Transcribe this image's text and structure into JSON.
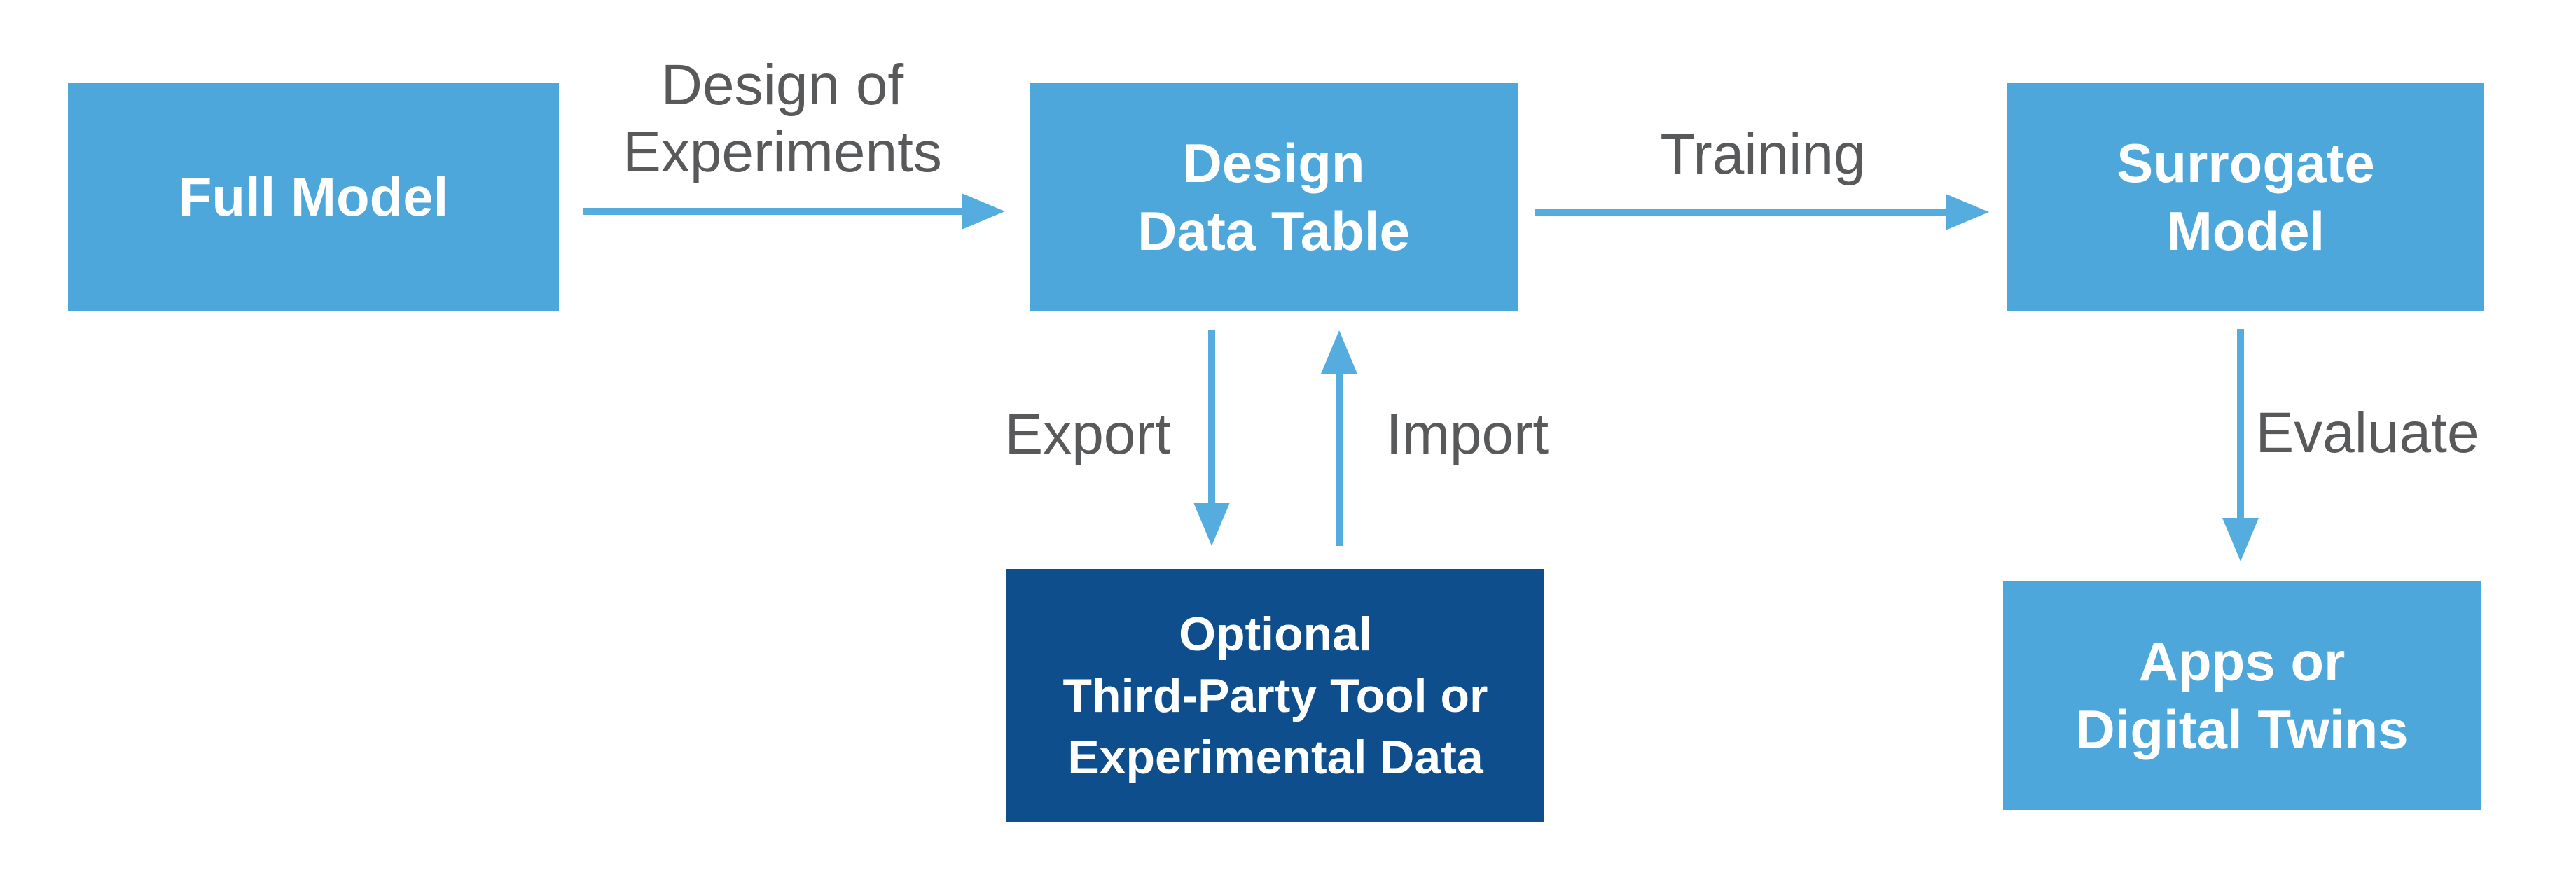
{
  "diagram": {
    "colors": {
      "box_blue": "#4DA7DA",
      "dark_blue": "#0E4E8C",
      "arrow_blue": "#55ACDF",
      "label_gray": "#58595B"
    },
    "boxes": {
      "full_model": {
        "line1": "Full Model"
      },
      "design_data_table": {
        "line1": "Design",
        "line2": "Data Table"
      },
      "surrogate_model": {
        "line1": "Surrogate",
        "line2": "Model"
      },
      "third_party": {
        "line1": "Optional",
        "line2": "Third-Party Tool or",
        "line3": "Experimental Data"
      },
      "apps_digital_twins": {
        "line1": "Apps or",
        "line2": "Digital Twins"
      }
    },
    "labels": {
      "doe_line1": "Design of",
      "doe_line2": "Experiments",
      "training": "Training",
      "export": "Export",
      "import": "Import",
      "evaluate": "Evaluate"
    }
  }
}
